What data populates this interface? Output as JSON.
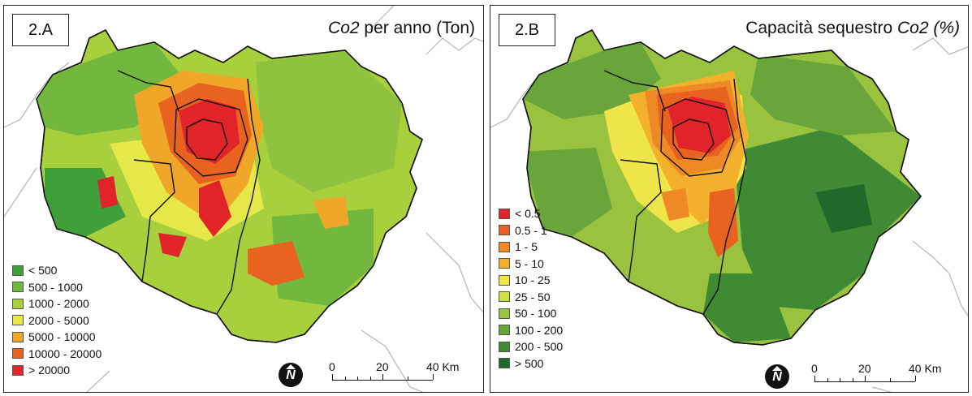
{
  "panels": [
    {
      "id": "2.A",
      "title_italic": "Co2",
      "title_rest": " per anno (Ton)",
      "legend": [
        {
          "label": "< 500",
          "color": "#3f9f3a"
        },
        {
          "label": "500 - 1000",
          "color": "#72b83e"
        },
        {
          "label": "1000 - 2000",
          "color": "#a8cf3c"
        },
        {
          "label": "2000 - 5000",
          "color": "#e6e84a"
        },
        {
          "label": "5000 - 10000",
          "color": "#f0a628"
        },
        {
          "label": "10000 - 20000",
          "color": "#e8631f"
        },
        {
          "label": "> 20000",
          "color": "#e0242a"
        }
      ]
    },
    {
      "id": "2.B",
      "title_plain": "Capacità sequestro ",
      "title_italic": "Co2 (%)",
      "legend": [
        {
          "label": "< 0.5",
          "color": "#e0242a"
        },
        {
          "label": "0.5 - 1",
          "color": "#e8631f"
        },
        {
          "label": "1 - 5",
          "color": "#ee8a26"
        },
        {
          "label": "5 - 10",
          "color": "#f2b02c"
        },
        {
          "label": "10 - 25",
          "color": "#eee54a"
        },
        {
          "label": "25 - 50",
          "color": "#cfe049"
        },
        {
          "label": "50 - 100",
          "color": "#99c23f"
        },
        {
          "label": "100 - 200",
          "color": "#69a53b"
        },
        {
          "label": "200 - 500",
          "color": "#3f8a33"
        },
        {
          "label": "> 500",
          "color": "#1f6a2a"
        }
      ]
    }
  ],
  "north_arrow": "N",
  "scale": {
    "labels": [
      "0",
      "20",
      "40 Km"
    ]
  }
}
